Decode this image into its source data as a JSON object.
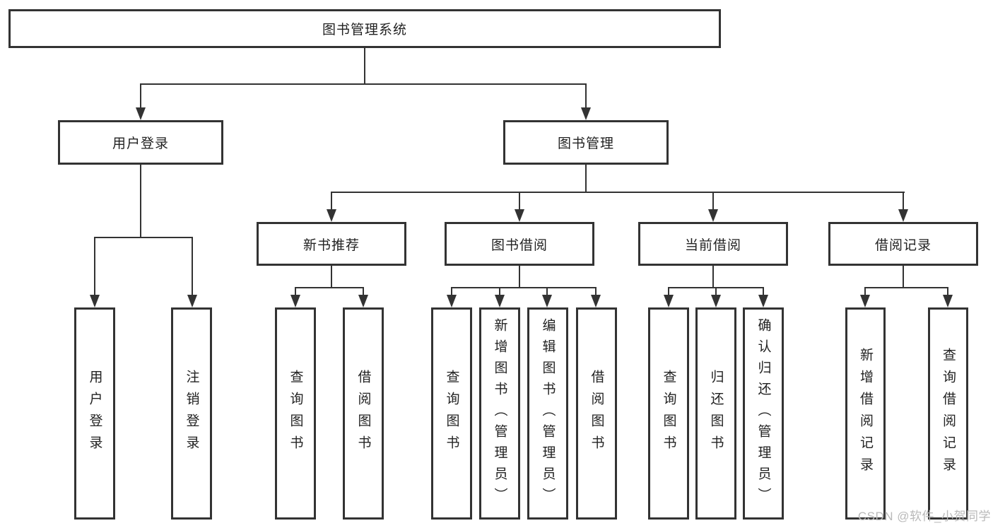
{
  "tree": {
    "root": "图书管理系统",
    "l2": [
      "用户登录",
      "图书管理"
    ],
    "l3": [
      "新书推荐",
      "图书借阅",
      "当前借阅",
      "借阅记录"
    ],
    "leaves_user": [
      "用户登录",
      "注销登录"
    ],
    "leaves_rec": [
      "查询图书",
      "借阅图书"
    ],
    "leaves_borrow": [
      "查询图书",
      "新增图书（管理员）",
      "编辑图书（管理员）",
      "借阅图书"
    ],
    "leaves_current": [
      "查询图书",
      "归还图书",
      "确认归还（管理员）"
    ],
    "leaves_records": [
      "新增借阅记录",
      "查询借阅记录"
    ]
  },
  "watermark": "CSDN @软件_小贺同学",
  "colors": {
    "line": "#333333",
    "text": "#222222",
    "watermark": "#b9b9b9",
    "background": "#ffffff"
  }
}
